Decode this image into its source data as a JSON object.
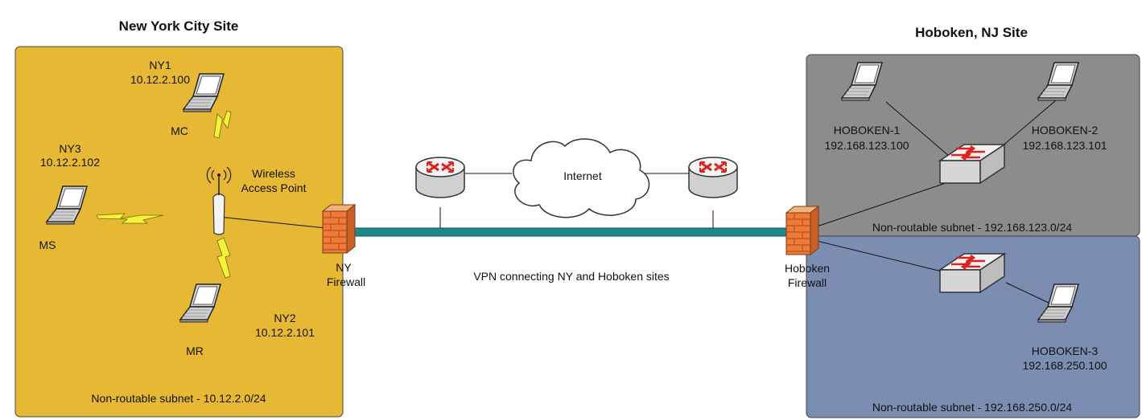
{
  "ny_site": {
    "title": "New York City Site",
    "subnet": "Non-routable subnet - 10.12.2.0/24",
    "firewall": [
      "NY",
      "Firewall"
    ],
    "access_point": [
      "Wireless",
      "Access Point"
    ],
    "hosts": {
      "ny1": {
        "name": "NY1",
        "ip": "10.12.2.100",
        "tag": "MC"
      },
      "ny2": {
        "name": "NY2",
        "ip": "10.12.2.101",
        "tag": "MR"
      },
      "ny3": {
        "name": "NY3",
        "ip": "10.12.2.102",
        "tag": "MS"
      }
    },
    "color": "#E6B833"
  },
  "hoboken_site": {
    "title": "Hoboken, NJ Site",
    "firewall": [
      "Hoboken",
      "Firewall"
    ],
    "subnet_a": "Non-routable subnet - 192.168.123.0/24",
    "subnet_b": "Non-routable subnet - 192.168.250.0/24",
    "hosts": {
      "h1": {
        "name": "HOBOKEN-1",
        "ip": "192.168.123.100"
      },
      "h2": {
        "name": "HOBOKEN-2",
        "ip": "192.168.123.101"
      },
      "h3": {
        "name": "HOBOKEN-3",
        "ip": "192.168.250.100"
      }
    },
    "color_a": "#8C8C8C",
    "color_b": "#7B8DB0"
  },
  "internet_label": "Internet",
  "vpn_label": "VPN connecting NY and Hoboken sites",
  "vpn_color": "#1B8A8A"
}
